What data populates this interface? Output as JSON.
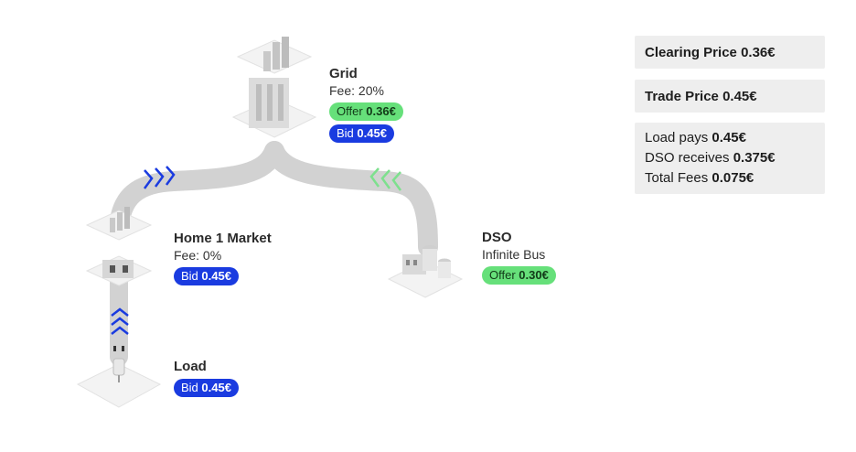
{
  "nodes": {
    "grid": {
      "title": "Grid",
      "fee": "Fee: 20%",
      "offer_label": "Offer",
      "offer_value": "0.36€",
      "bid_label": "Bid",
      "bid_value": "0.45€"
    },
    "home": {
      "title": "Home 1 Market",
      "fee": "Fee: 0%",
      "bid_label": "Bid",
      "bid_value": "0.45€"
    },
    "dso": {
      "title": "DSO",
      "subtitle": "Infinite Bus",
      "offer_label": "Offer",
      "offer_value": "0.30€"
    },
    "load": {
      "title": "Load",
      "bid_label": "Bid",
      "bid_value": "0.45€"
    }
  },
  "summary": {
    "clearing_label": "Clearing Price",
    "clearing_value": "0.36€",
    "trade_label": "Trade Price",
    "trade_value": "0.45€",
    "load_pays_label": "Load pays",
    "load_pays_value": "0.45€",
    "dso_receives_label": "DSO receives",
    "dso_receives_value": "0.375€",
    "total_fees_label": "Total Fees",
    "total_fees_value": "0.075€"
  },
  "colors": {
    "bid": "#1a3be0",
    "offer": "#66e07a",
    "chevron_blue": "#1a3be0",
    "chevron_green": "#7ee08e"
  },
  "icons": [
    "grid-building-icon",
    "home-market-icon",
    "power-plant-icon",
    "plug-icon"
  ]
}
